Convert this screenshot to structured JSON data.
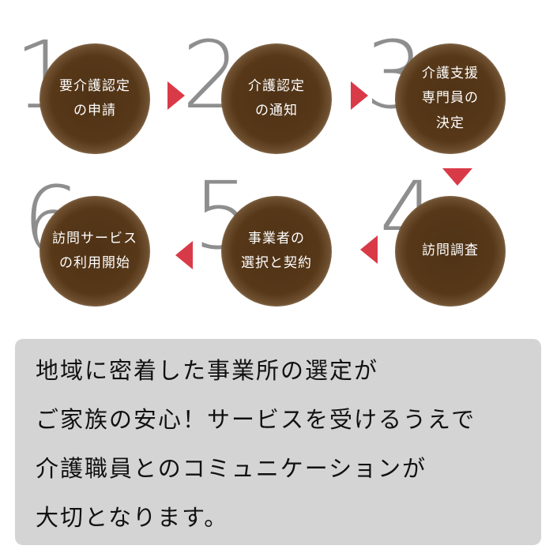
{
  "steps": [
    {
      "number": "1",
      "lines": [
        "要介護認定",
        "の申請"
      ]
    },
    {
      "number": "2",
      "lines": [
        "介護認定",
        "の通知"
      ]
    },
    {
      "number": "3",
      "lines": [
        "介護支援",
        "専門員の",
        "決定"
      ]
    },
    {
      "number": "4",
      "lines": [
        "訪問調査"
      ]
    },
    {
      "number": "5",
      "lines": [
        "事業者の",
        "選択と契約"
      ]
    },
    {
      "number": "6",
      "lines": [
        "訪問サービス",
        "の利用開始"
      ]
    }
  ],
  "message": {
    "lines": [
      "地域に密着した事業所の選定が",
      "ご家族の安心！サービスを受けるうえで",
      "介護職員とのコミュニケーションが",
      "大切となります。"
    ]
  },
  "colors": {
    "circle": "#573818",
    "arrow": "#d93a48",
    "number": "#8e8e8e",
    "message_bg": "#d4d4d4"
  }
}
